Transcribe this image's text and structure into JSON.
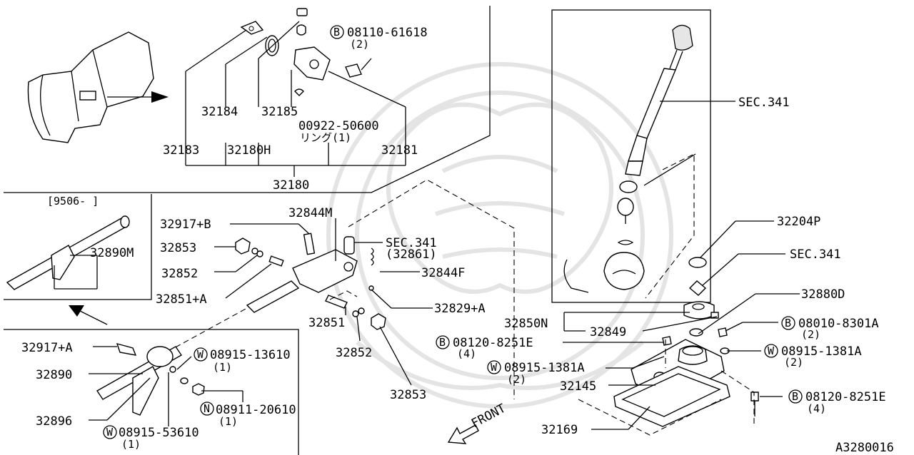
{
  "labels": {
    "p32184": "32184",
    "p32185": "32185",
    "p32183": "32183",
    "p32180h": "32180H",
    "p32181": "32181",
    "p32180": "32180",
    "p00922": "00922-50600",
    "ring": "リング(1)",
    "b08110": "08110-61618",
    "b08110_qty": "(2)",
    "range": "[9506-      ]",
    "p32890m": "32890M",
    "p32917b": "32917+B",
    "p32844m": "32844M",
    "p32853a": "32853",
    "p32852a": "32852",
    "p32851a": "32851+A",
    "sec341b": "SEC.341",
    "sec341b_sub": "(32861)",
    "p32844f": "32844F",
    "p32829a": "32829+A",
    "p32851": "32851",
    "p32852b": "32852",
    "p32853b": "32853",
    "p32917a": "32917+A",
    "p32890": "32890",
    "p32896": "32896",
    "w13610": "08915-13610",
    "w13610_qty": "(1)",
    "n20610": "08911-20610",
    "n20610_qty": "(1)",
    "w53610": "08915-53610",
    "w53610_qty": "(1)",
    "sec341a": "SEC.341",
    "p32204p": "32204P",
    "sec341c": "SEC.341",
    "p32880d": "32880D",
    "p32850n": "32850N",
    "p32849": "32849",
    "b8301a": "08010-8301A",
    "b8301a_qty": "(2)",
    "w1381a_r": "08915-1381A",
    "w1381a_r_qty": "(2)",
    "b8251e_l": "08120-8251E",
    "b8251e_l_qty": "(4)",
    "w1381a_l": "08915-1381A",
    "w1381a_l_qty": "(2)",
    "p32145": "32145",
    "b8251e_r": "08120-8251E",
    "b8251e_r_qty": "(4)",
    "p32169": "32169",
    "front": "FRONT",
    "fig_code": "A3280016"
  },
  "symbols": {
    "bolt": "B",
    "washer": "W",
    "nut": "N"
  }
}
